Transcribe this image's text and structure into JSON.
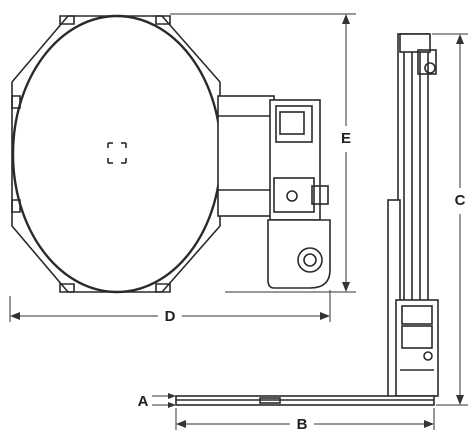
{
  "dimensions": {
    "a": "A",
    "b": "B",
    "c": "C",
    "d": "D",
    "e": "E"
  }
}
